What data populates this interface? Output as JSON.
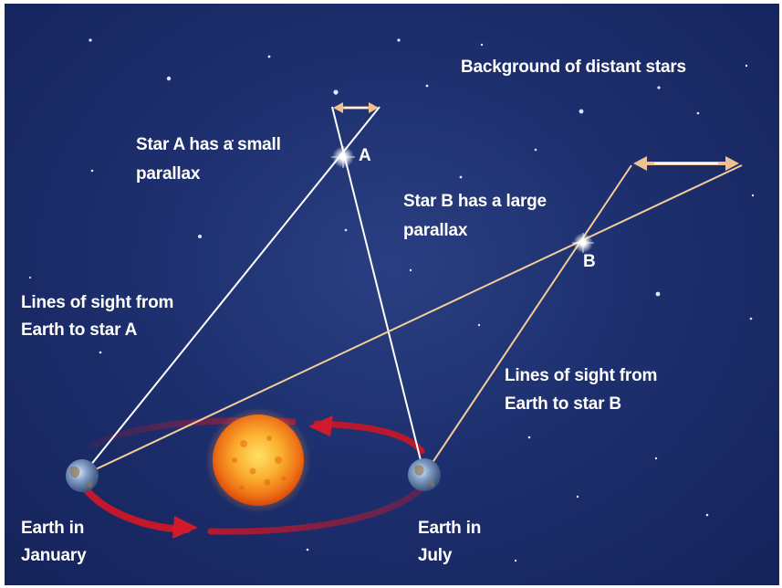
{
  "labels": {
    "background_stars": "Background of distant stars",
    "star_a_line1": "Star A has a small",
    "star_a_line2": "parallax",
    "star_a_letter": "A",
    "star_b_line1": "Star B has a large",
    "star_b_line2": "parallax",
    "star_b_letter": "B",
    "sight_a_line1": "Lines of sight from",
    "sight_a_line2": "Earth to star A",
    "sight_b_line1": "Lines of sight from",
    "sight_b_line2": "Earth to star B",
    "earth_jan_line1": "Earth in",
    "earth_jan_line2": "January",
    "earth_jul_line1": "Earth in",
    "earth_jul_line2": "July"
  },
  "colors": {
    "sky": "#1d2f6e",
    "sight_line_a": "#ffffff",
    "sight_line_b": "#f3cf98",
    "parallax_arrow": "#f2c08f",
    "orbit": "#c2182b",
    "sun": "#f07a1c"
  },
  "icons": {
    "sun": "sun-icon",
    "earth": "earth-icon",
    "star": "star-icon"
  }
}
